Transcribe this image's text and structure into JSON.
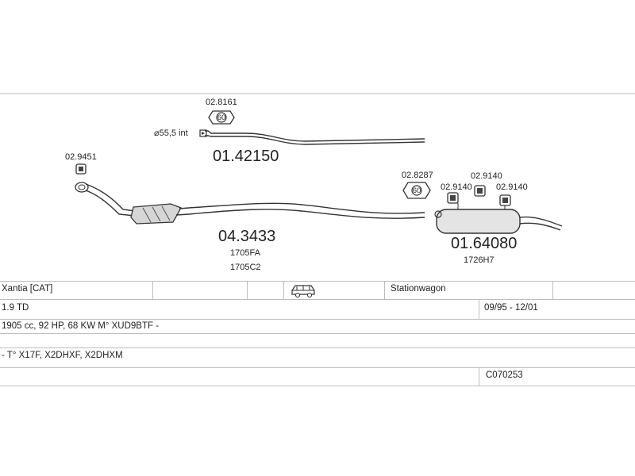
{
  "parts": {
    "clamp_top": "02.8161",
    "pipe_inlet_label": "⌀55,5 int",
    "front_pipe": "01.42150",
    "hanger_left": "02.9451",
    "catalyst": "04.3433",
    "catalyst_ref1": "1705FA",
    "catalyst_ref2": "1705C2",
    "clamp_rear": "02.8287",
    "hanger_rear1": "02.9140",
    "hanger_rear2": "02.9140",
    "hanger_rear3": "02.9140",
    "rear_silencer": "01.64080",
    "rear_silencer_ref": "1726H7",
    "clamp_top_badge": "60",
    "clamp_rear_badge": "60"
  },
  "vehicle": {
    "model": "Xantia  [CAT]",
    "body_type": "Stationwagon",
    "engine": "1.9 TD",
    "years": "09/95 - 12/01",
    "specs": "1905 cc, 92 HP, 68 KW M° XUD9BTF -",
    "engine_codes": "- T° X17F, X2DHXF, X2DHXM",
    "catalog_code": "C070253"
  },
  "icons": {
    "vehicle_icon": "station-wagon-car-icon"
  }
}
